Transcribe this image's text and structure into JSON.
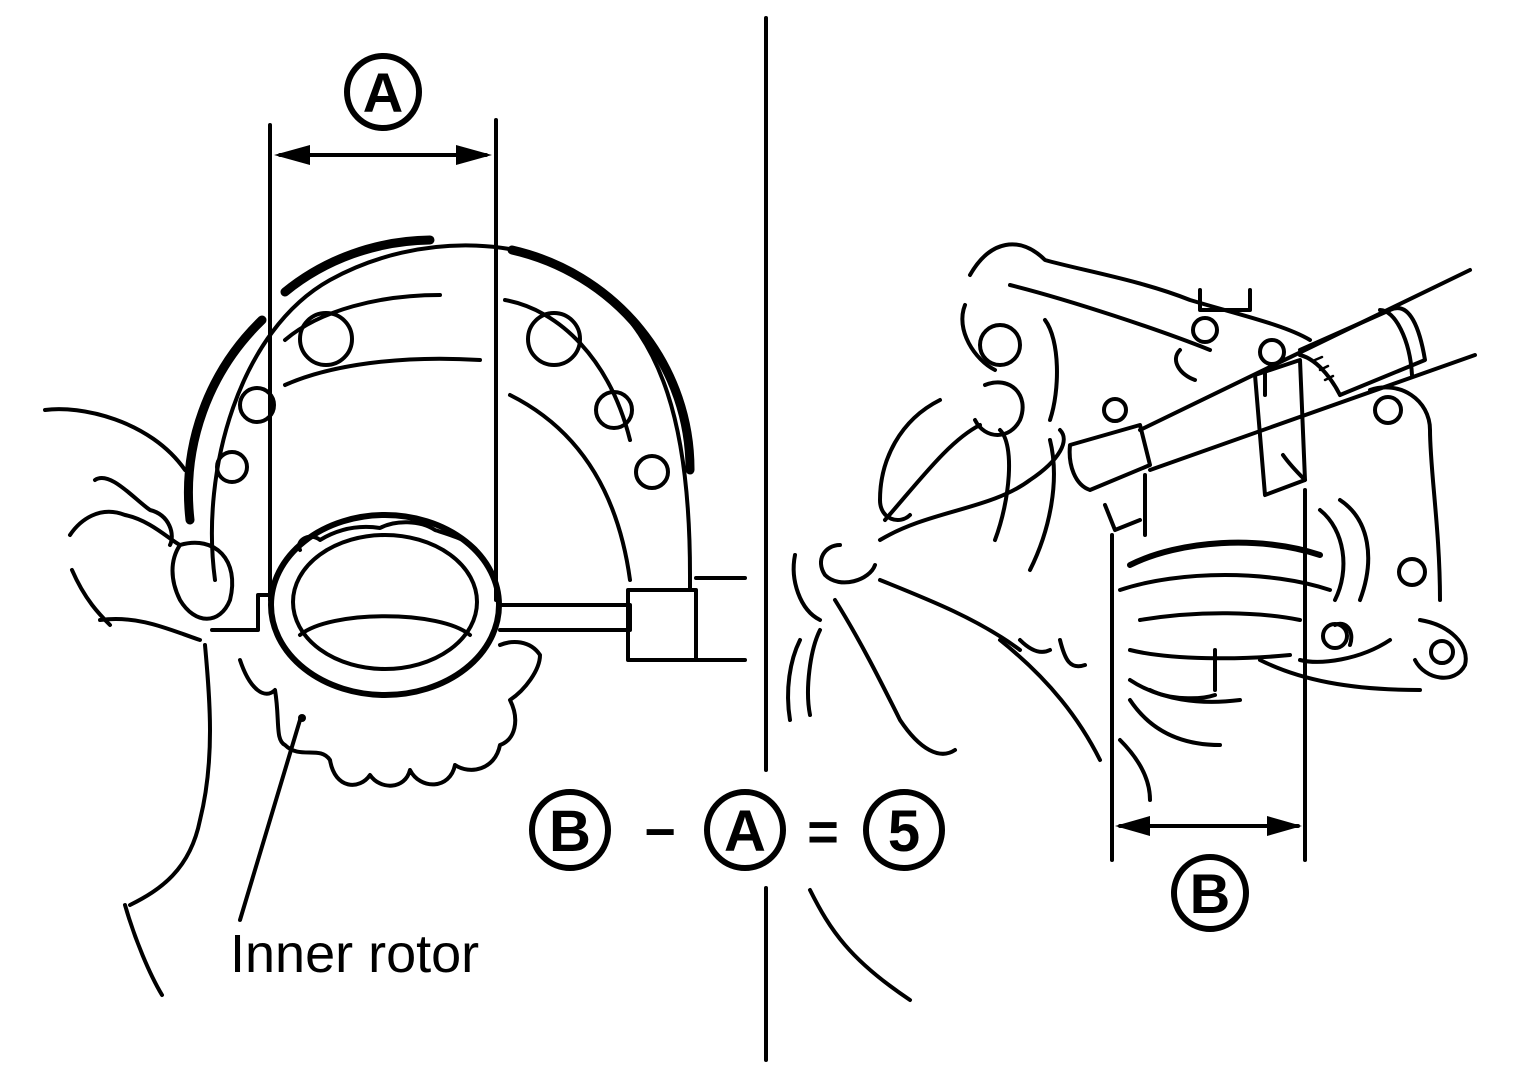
{
  "labels": {
    "dim_a": "A",
    "dim_b": "B",
    "inner_rotor": "Inner rotor"
  },
  "formula": {
    "term1": "B",
    "op_minus": "−",
    "term2": "A",
    "op_equals": "=",
    "result": "5"
  }
}
